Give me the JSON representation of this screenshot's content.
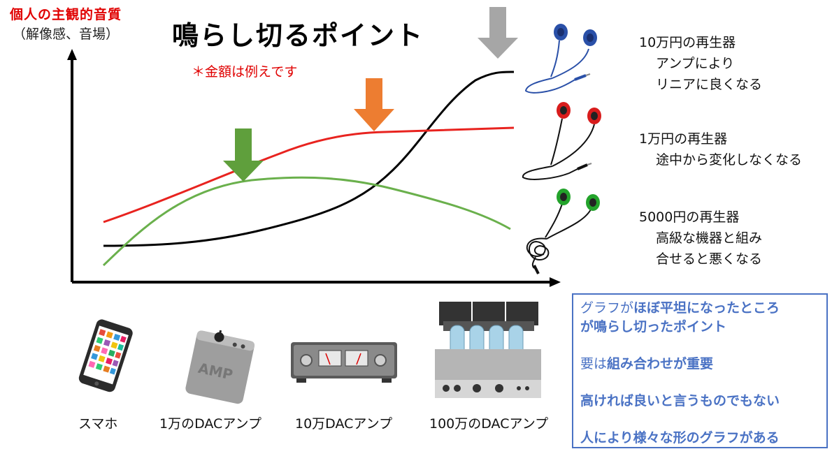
{
  "header": {
    "y_axis_label": "個人の主観的音質",
    "y_axis_sublabel": "（解像感、音場）",
    "title": "鳴らし切るポイント",
    "note": "＊金額は例えです"
  },
  "players": [
    {
      "line1": "10万円の再生器",
      "line2": "アンプにより",
      "line3": "リニアに良くなる",
      "color": "#2a50a8"
    },
    {
      "line1": "1万円の再生器",
      "line2": "途中から変化しなくなる",
      "line3": "",
      "color": "#d81c1c"
    },
    {
      "line1": "5000円の再生器",
      "line2": "高級な機器と組み",
      "line3": "合せると悪くなる",
      "color": "#23a32b"
    }
  ],
  "devices": [
    {
      "label": "スマホ"
    },
    {
      "label": "1万のDACアンプ"
    },
    {
      "label": "10万DACアンプ"
    },
    {
      "label": "100万のDACアンプ"
    }
  ],
  "device_texts": {
    "amp_text": "AMP"
  },
  "summary": {
    "r1a": "グラフが",
    "r1b": "ほぼ平坦になったところ",
    "r2": "が鳴らし切ったポイント",
    "r3a": "要は",
    "r3b": "組み合わせが重要",
    "r4": "高ければ良いと言うものでもない",
    "r5": "人により様々な形のグラフがある"
  },
  "colors": {
    "accent_red": "#e00000",
    "summary_blue": "#4a72c4",
    "curve_black": "#000000",
    "curve_red": "#e8231f",
    "curve_green": "#6ab04c",
    "arrow_green": "#5f9f3c",
    "arrow_orange": "#ed7d31",
    "arrow_gray": "#a6a6a6"
  },
  "icons": {
    "arrows": [
      "green-down-arrow-icon",
      "orange-down-arrow-icon",
      "gray-down-arrow-icon"
    ],
    "earphones": [
      "blue-earphones-icon",
      "red-earphones-icon",
      "green-earphones-icon"
    ],
    "devices": [
      "smartphone-icon",
      "small-amp-icon",
      "dac-amp-icon",
      "tube-amp-icon"
    ]
  }
}
